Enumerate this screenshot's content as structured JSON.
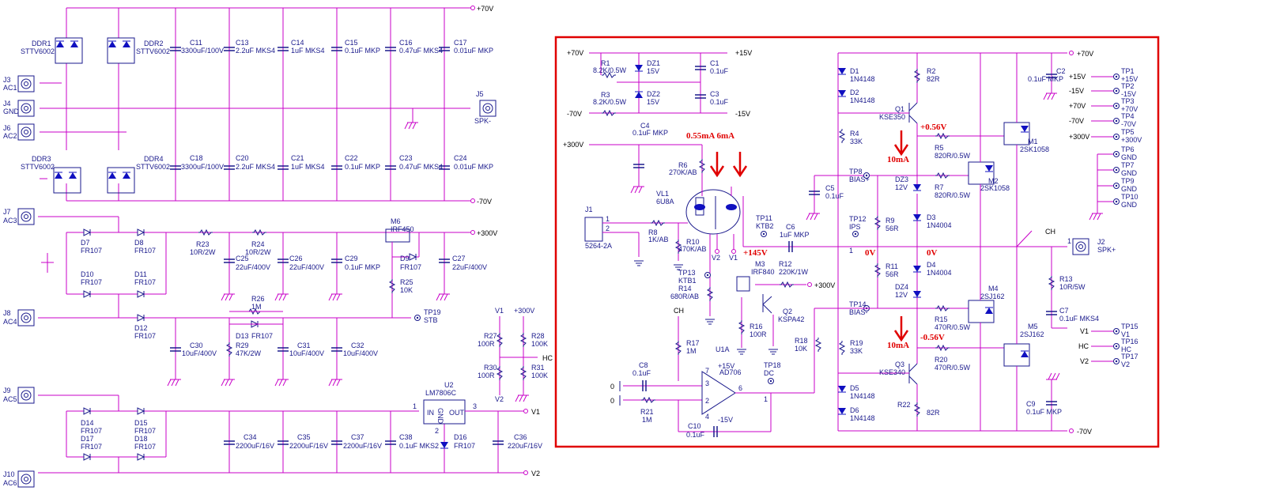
{
  "colors": {
    "wire": "#c800c8",
    "component": "#1a1a8c",
    "annotation": "#e00000",
    "border": "#e00000",
    "diode_fill": "#1010c0"
  },
  "power_supply": {
    "connectors": [
      {
        "ref": "J3",
        "net": "AC1"
      },
      {
        "ref": "J4",
        "net": "GND"
      },
      {
        "ref": "J6",
        "net": "AC2"
      },
      {
        "ref": "J7",
        "net": "AC3"
      },
      {
        "ref": "J8",
        "net": "AC4"
      },
      {
        "ref": "J9",
        "net": "AC5"
      },
      {
        "ref": "J10",
        "net": "AC6"
      },
      {
        "ref": "J5",
        "net": "SPK-"
      }
    ],
    "bridges": [
      {
        "ref": "DDR1",
        "part": "STTV6002"
      },
      {
        "ref": "DDR2",
        "part": "STTV6002"
      },
      {
        "ref": "DDR3",
        "part": "STTV6002"
      },
      {
        "ref": "DDR4",
        "part": "STTV6002"
      }
    ],
    "caps_top": [
      {
        "ref": "C11",
        "val": "3300uF/100V"
      },
      {
        "ref": "C13",
        "val": "2.2uF MKS4"
      },
      {
        "ref": "C14",
        "val": "1uF MKS4"
      },
      {
        "ref": "C15",
        "val": "0.1uF MKP"
      },
      {
        "ref": "C16",
        "val": "0.47uF MKS4"
      },
      {
        "ref": "C17",
        "val": "0.01uF MKP"
      }
    ],
    "caps_bottom": [
      {
        "ref": "C18",
        "val": "3300uF/100V"
      },
      {
        "ref": "C20",
        "val": "2.2uF MKS4"
      },
      {
        "ref": "C21",
        "val": "1uF MKS4"
      },
      {
        "ref": "C22",
        "val": "0.1uF MKP"
      },
      {
        "ref": "C23",
        "val": "0.47uF MKS4"
      },
      {
        "ref": "C24",
        "val": "0.01uF MKP"
      }
    ],
    "rails": {
      "p70": "+70V",
      "n70": "-70V",
      "p300": "+300V",
      "v1": "V1",
      "v2": "V2",
      "hc": "HC",
      "stb": "STB"
    },
    "hv": {
      "diodes": [
        {
          "ref": "D7",
          "part": "FR107"
        },
        {
          "ref": "D8",
          "part": "FR107"
        },
        {
          "ref": "D10",
          "part": "FR107"
        },
        {
          "ref": "D11",
          "part": "FR107"
        },
        {
          "ref": "D12",
          "part": "FR107"
        },
        {
          "ref": "D9",
          "part": "FR107"
        },
        {
          "ref": "D13",
          "part": "FR107"
        }
      ],
      "r23": "R23",
      "r23v": "10R/2W",
      "r24": "R24",
      "r24v": "10R/2W",
      "m6": "M6",
      "m6p": "IRF450",
      "c25": "C25",
      "c25v": "22uF/400V",
      "c26": "C26",
      "c26v": "22uF/400V",
      "c29": "C29",
      "c29v": "0.1uF MKP",
      "c27": "C27",
      "c27v": "22uF/400V",
      "r25": "R25",
      "r25v": "10K",
      "r26": "R26",
      "r26v": "1M",
      "tp19": "TP19",
      "c30": "C30",
      "c30v": "10uF/400V",
      "r29": "R29",
      "r29v": "47K/2W",
      "c31": "C31",
      "c31v": "10uF/400V",
      "c32": "C32",
      "c32v": "10uF/400V"
    },
    "divider": {
      "r27": "R27",
      "r27v": "100R",
      "r28": "R28",
      "r28v": "100K",
      "r30": "R30",
      "r30v": "100R",
      "r31": "R31",
      "r31v": "100K"
    },
    "lv": {
      "diodes": [
        {
          "ref": "D14",
          "part": "FR107"
        },
        {
          "ref": "D15",
          "part": "FR107"
        },
        {
          "ref": "D17",
          "part": "FR107"
        },
        {
          "ref": "D18",
          "part": "FR107"
        },
        {
          "ref": "D16",
          "part": "FR107"
        }
      ],
      "u2": "U2",
      "u2p": "LM7806C",
      "in": "IN",
      "out": "OUT",
      "gnd": "GND",
      "p1": "1",
      "p2": "2",
      "p3": "3",
      "c34": "C34",
      "c34v": "2200uF/16V",
      "c35": "C35",
      "c35v": "2200uF/16V",
      "c37": "C37",
      "c37v": "2200uF/16V",
      "c38": "C38",
      "c38v": "0.1uF MKS2",
      "c36": "C36",
      "c36v": "220uF/16V"
    }
  },
  "amplifier": {
    "rails": {
      "p70": "+70V",
      "p15": "+15V",
      "n15": "-15V",
      "n70": "-70V",
      "p300": "+300V"
    },
    "input": {
      "j1": "J1",
      "j1p": "5264-2A",
      "r8": "R8",
      "r8v": "1K/AB",
      "p1": "1",
      "p2": "2"
    },
    "tube": {
      "vl1": "VL1",
      "part": "6U8A",
      "v1": "V1",
      "v2": "V2"
    },
    "parts": {
      "r1": "R1",
      "r1v": "8.2K/0.5W",
      "r3": "R3",
      "r3v": "8.2K/0.5W",
      "dz1": "DZ1",
      "dz1v": "15V",
      "dz2": "DZ2",
      "dz2v": "15V",
      "c1": "C1",
      "c1v": "0.1uF",
      "c3": "C3",
      "c3v": "0.1uF",
      "c4": "C4",
      "c4v": "0.1uF MKP",
      "r6": "R6",
      "r6v": "270K/AB",
      "r10": "R10",
      "r10v": "470K/AB",
      "tp11": "TP11",
      "tp11n": "KTB2",
      "c6": "C6",
      "c6v": "1uF MKP",
      "tp13": "TP13",
      "tp13n": "KTB1",
      "r14": "R14",
      "r14v": "680R/AB",
      "m3": "M3",
      "m3p": "IRF840",
      "r12": "R12",
      "r12v": "220K/1W",
      "q2": "Q2",
      "q2p": "KSPA42",
      "r16": "R16",
      "r16v": "100R",
      "r17": "R17",
      "r17v": "1M",
      "c8": "C8",
      "c8v": "0.1uF",
      "r21": "R21",
      "r21v": "1M",
      "u1a": "U1A",
      "u1p": "AD706",
      "c10": "C10",
      "c10v": "0.1uF",
      "tp18": "TP18",
      "tp18n": "DC",
      "r18": "R18",
      "r18v": "10K",
      "ch": "CH",
      "d1": "D1",
      "d1v": "1N4148",
      "d2": "D2",
      "d2v": "1N4148",
      "r4": "R4",
      "r4v": "33K",
      "c5": "C5",
      "c5v": "0.1uF",
      "tp8": "TP8",
      "tp8n": "BIAS+",
      "tp12": "TP12",
      "tp12n": "IPS",
      "tp14": "TP14",
      "tp14n": "BIAS-",
      "r9": "R9",
      "r9v": "56R",
      "r11": "R11",
      "r11v": "56R",
      "r19": "R19",
      "r19v": "33K",
      "d5": "D5",
      "d5v": "1N4148",
      "d6": "D6",
      "d6v": "1N4148",
      "q1": "Q1",
      "q1p": "KSE350",
      "q3": "Q3",
      "q3p": "KSE340",
      "r2": "R2",
      "r2v": "82R",
      "r22": "R22",
      "r22v": "82R",
      "dz3": "DZ3",
      "dz3v": "12V",
      "dz4": "DZ4",
      "dz4v": "12V",
      "d3": "D3",
      "d3v": "1N4004",
      "d4": "D4",
      "d4v": "1N4004",
      "r5": "R5",
      "r5v": "820R/0.5W",
      "r7": "R7",
      "r7v": "820R/0.5W",
      "r15": "R15",
      "r15v": "470R/0.5W",
      "r20": "R20",
      "r20v": "470R/0.5W",
      "m1": "M1",
      "m1p": "2SK1058",
      "m2": "M2",
      "m2p": "2SK1058",
      "m4": "M4",
      "m4p": "2SJ162",
      "m5": "M5",
      "m5p": "2SJ162",
      "c2": "C2",
      "c2v": "0.1uF MKP",
      "c9": "C9",
      "c9v": "0.1uF MKP",
      "r13": "R13",
      "r13v": "10R/5W",
      "c7": "C7",
      "c7v": "0.1uF MKS4",
      "j2": "J2",
      "j2n": "SPK+",
      "u1p4": "4",
      "u1p7": "7",
      "u1p2": "2",
      "u1p3": "3",
      "u1p6": "6",
      "one": "1",
      "zero": "0",
      "plus15": "+15V",
      "minus15": "-15V",
      "zv": "0V",
      "zv2": "0V"
    },
    "testpoints": [
      {
        "ref": "TP1",
        "net": "+15V",
        "w": "+15V"
      },
      {
        "ref": "TP2",
        "net": "-15V",
        "w": "-15V"
      },
      {
        "ref": "TP3",
        "net": "+70V",
        "w": "+70V"
      },
      {
        "ref": "TP4",
        "net": "-70V",
        "w": "-70V"
      },
      {
        "ref": "TP5",
        "net": "+300V",
        "w": "+300V"
      },
      {
        "ref": "TP6",
        "net": "GND",
        "w": ""
      },
      {
        "ref": "TP7",
        "net": "GND",
        "w": ""
      },
      {
        "ref": "TP9",
        "net": "GND",
        "w": ""
      },
      {
        "ref": "TP10",
        "net": "GND",
        "w": ""
      },
      {
        "ref": "TP15",
        "net": "V1",
        "w": "V1"
      },
      {
        "ref": "TP16",
        "net": "HC",
        "w": "HC"
      },
      {
        "ref": "TP17",
        "net": "V2",
        "w": "V2"
      }
    ],
    "annotations": {
      "tube_current": "0.55mA 6mA",
      "plate": "+145V",
      "q1_bias": "+0.56V",
      "q3_bias": "-0.56V",
      "i1": "10mA",
      "i2": "10mA",
      "out0": "0V",
      "out0b": "0V"
    }
  }
}
